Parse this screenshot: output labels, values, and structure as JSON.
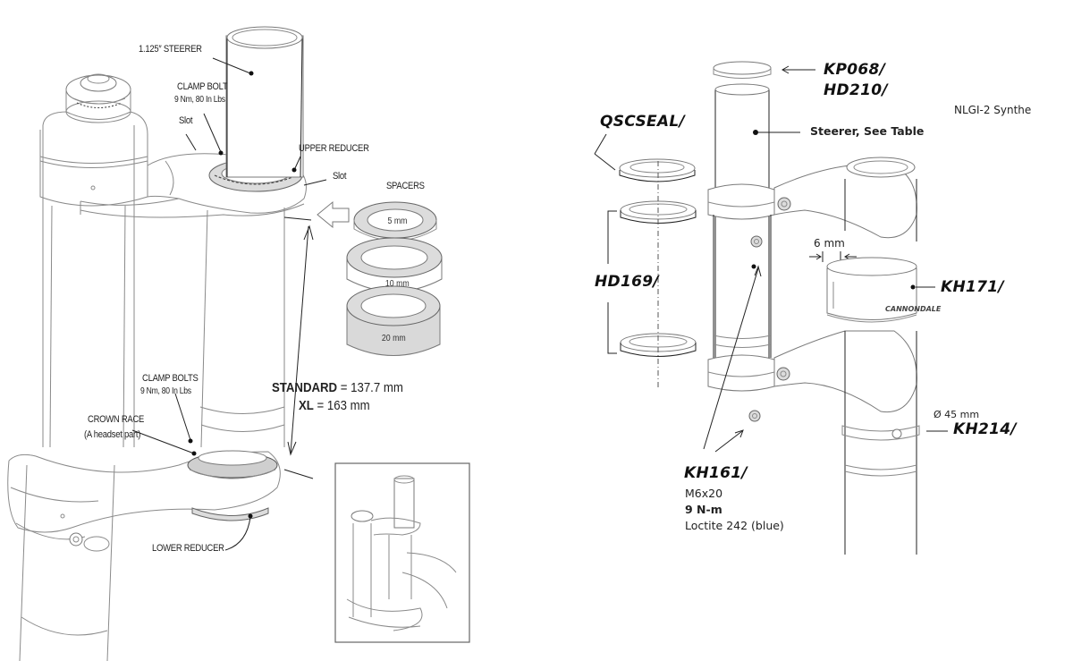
{
  "left_diagram": {
    "steerer_label": "1.125″ STEERER",
    "clamp_bolt": {
      "title": "CLAMP BOLT",
      "torque": "9 Nm, 80 In Lbs"
    },
    "slot_left": "Slot",
    "upper_reducer": "UPPER REDUCER",
    "slot_right": "Slot",
    "spacers": {
      "title": "SPACERS",
      "sizes": [
        "5 mm",
        "10 mm",
        "20 mm"
      ]
    },
    "clamp_bolts": {
      "title": "CLAMP BOLTS",
      "torque": "9 Nm, 80 In Lbs"
    },
    "crown_race": {
      "title": "CROWN RACE",
      "note": "(A headset part)"
    },
    "length": {
      "standard_label": "STANDARD",
      "standard_value": "= 137.7 mm",
      "xl_label": "XL",
      "xl_value": "= 163 mm"
    },
    "lower_reducer": "LOWER REDUCER"
  },
  "right_diagram": {
    "cap_parts": [
      "KP068/",
      "HD210/"
    ],
    "steerer_note": "Steerer, See Table",
    "grease_note": "NLGI-2 Synthe",
    "seal_part": "QSCSEAL/",
    "bearing_part": "HD169/",
    "gap_dimension": "6 mm",
    "sleeve_part": "KH171/",
    "sleeve_brand": "CANNONDALE",
    "diameter": "Ø 45 mm",
    "clamp_part": "KH214/",
    "bolt": {
      "part": "KH161/",
      "size": "M6x20",
      "torque": "9 N-m",
      "threadlock": "Loctite 242 (blue)"
    }
  }
}
